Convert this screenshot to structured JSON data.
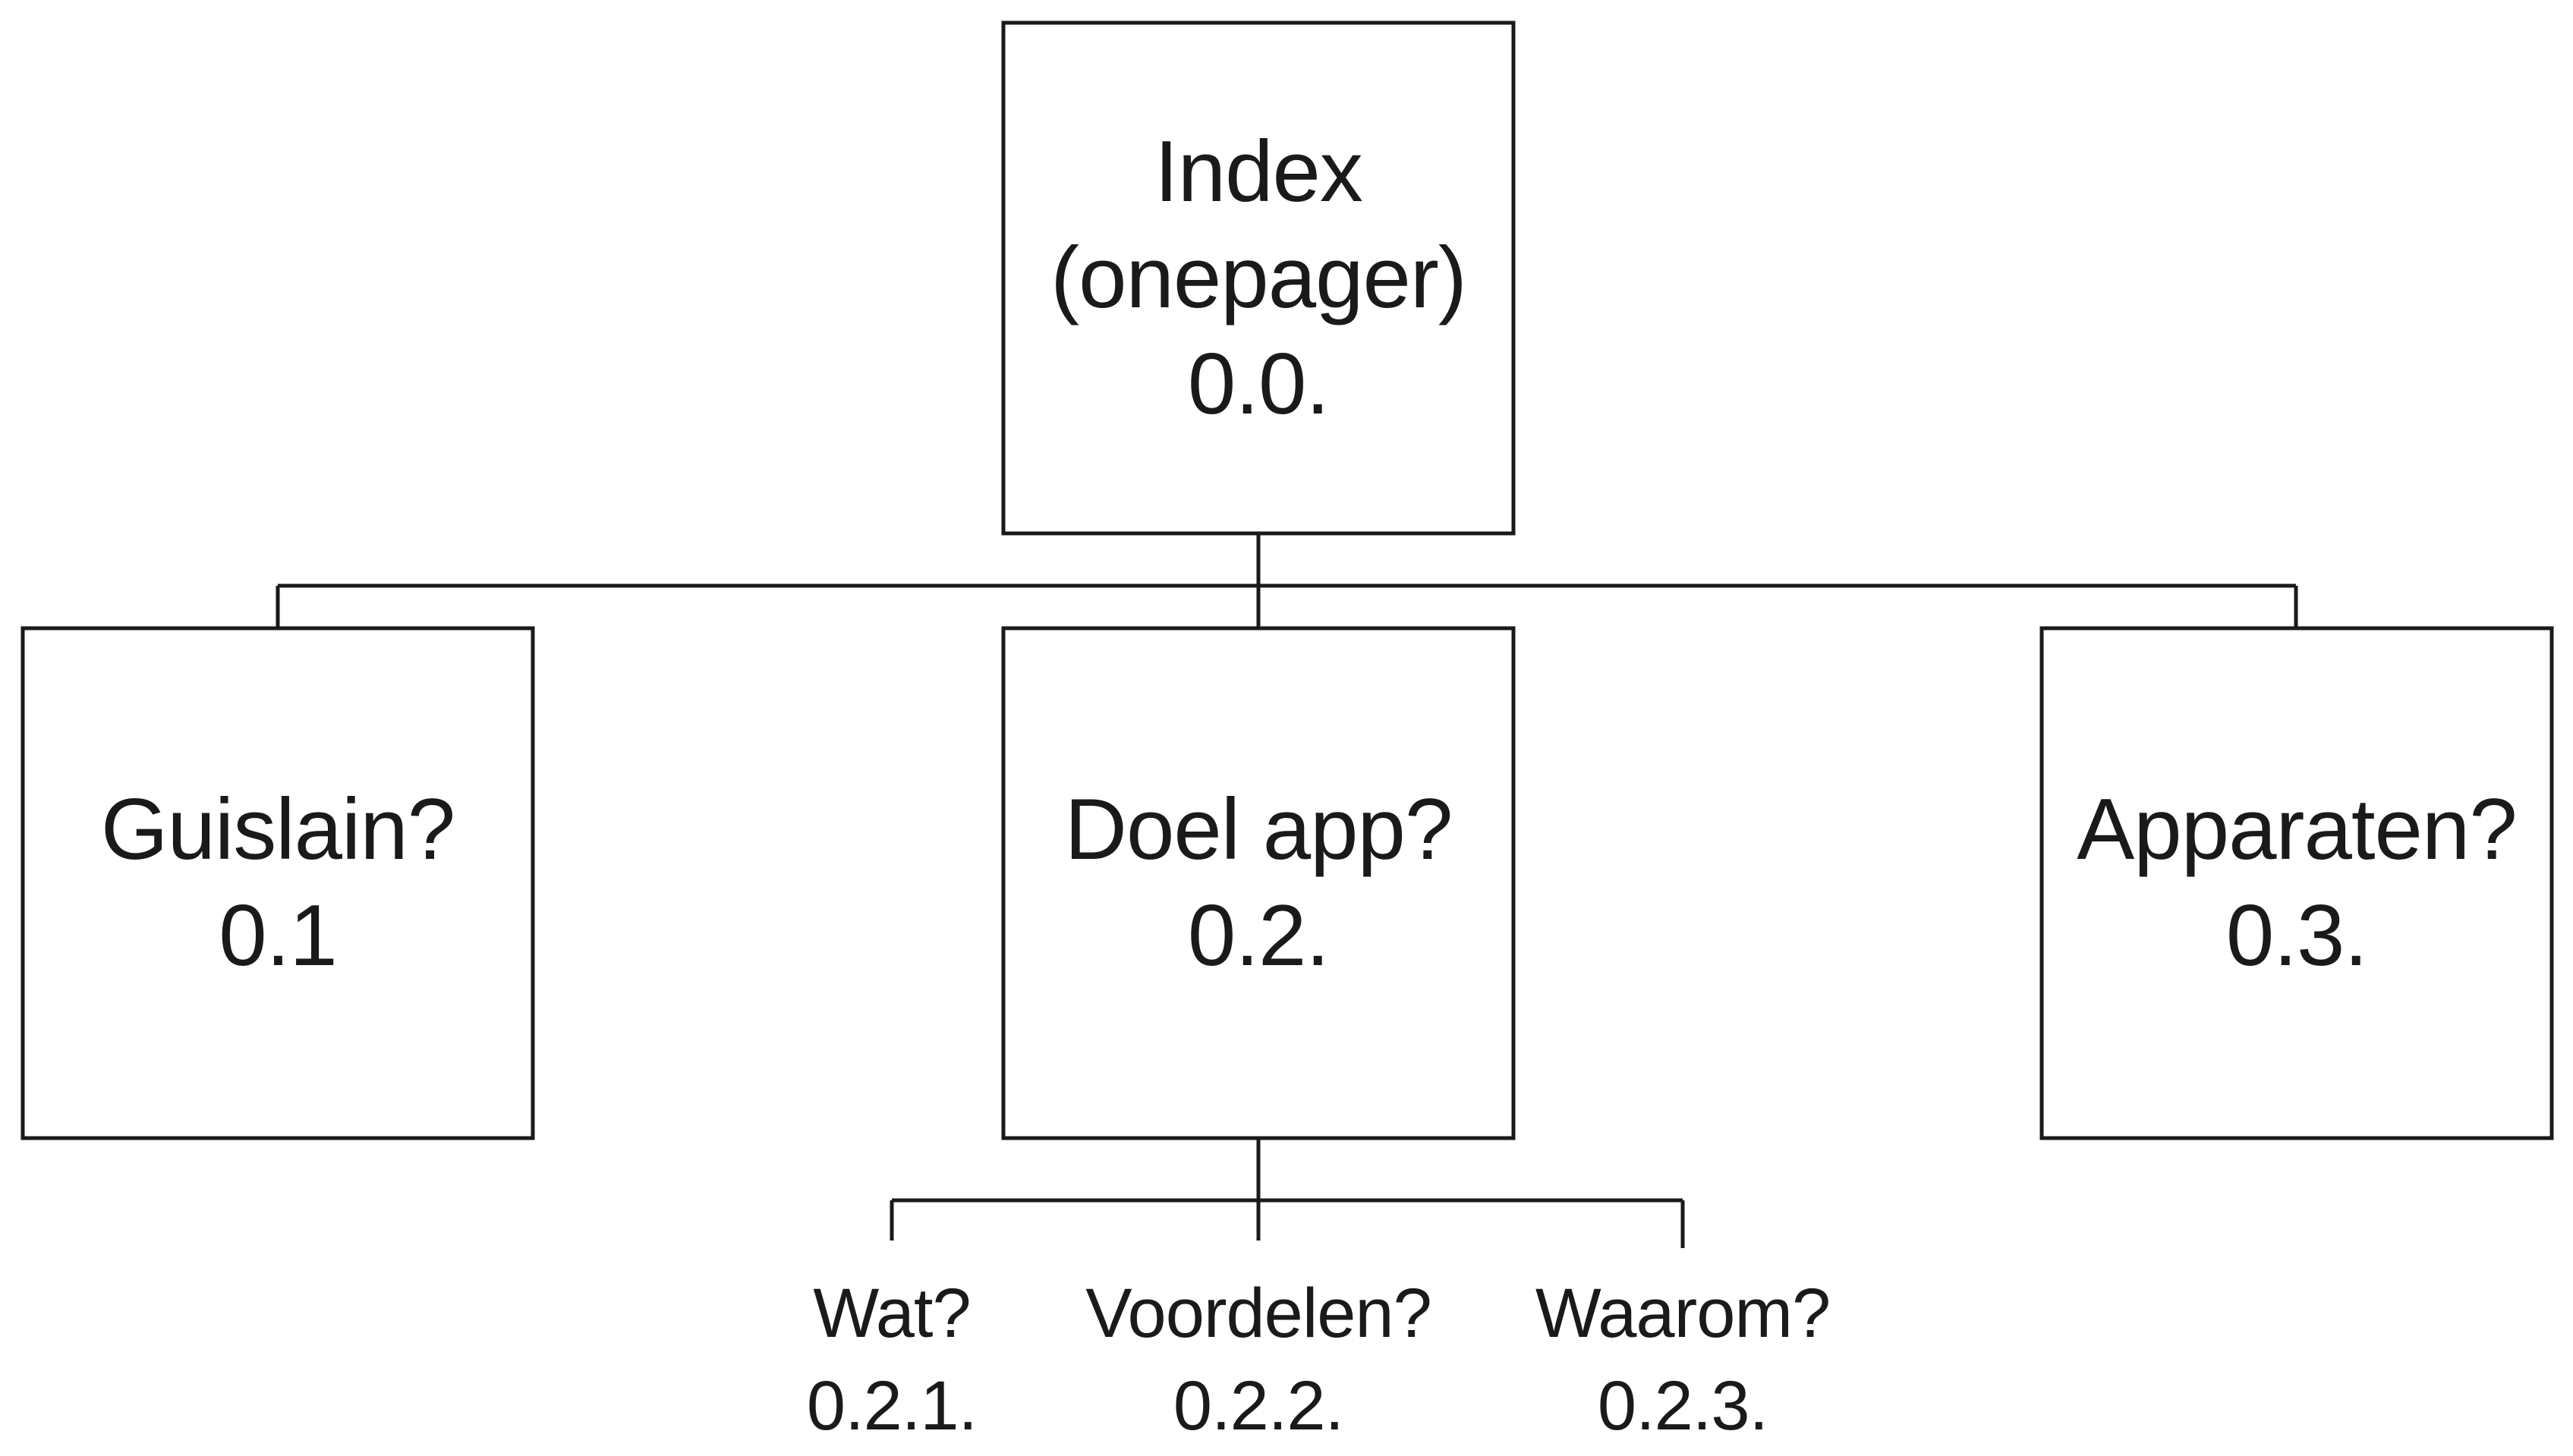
{
  "nodes": {
    "root": {
      "lines": [
        "Index",
        "(onepager)",
        "0.0."
      ]
    },
    "guislain": {
      "lines": [
        "Guislain?",
        "0.1"
      ]
    },
    "doel": {
      "lines": [
        "Doel app?",
        "0.2."
      ]
    },
    "apparaten": {
      "lines": [
        "Apparaten?",
        "0.3."
      ]
    },
    "wat": {
      "lines": [
        "Wat?",
        "0.2.1."
      ]
    },
    "voordelen": {
      "lines": [
        "Voordelen?",
        "0.2.2."
      ]
    },
    "waarom": {
      "lines": [
        "Waarom?",
        "0.2.3."
      ]
    }
  },
  "colors": {
    "stroke": "#1a1a1a",
    "text": "#1a1a1a",
    "background": "#ffffff"
  }
}
